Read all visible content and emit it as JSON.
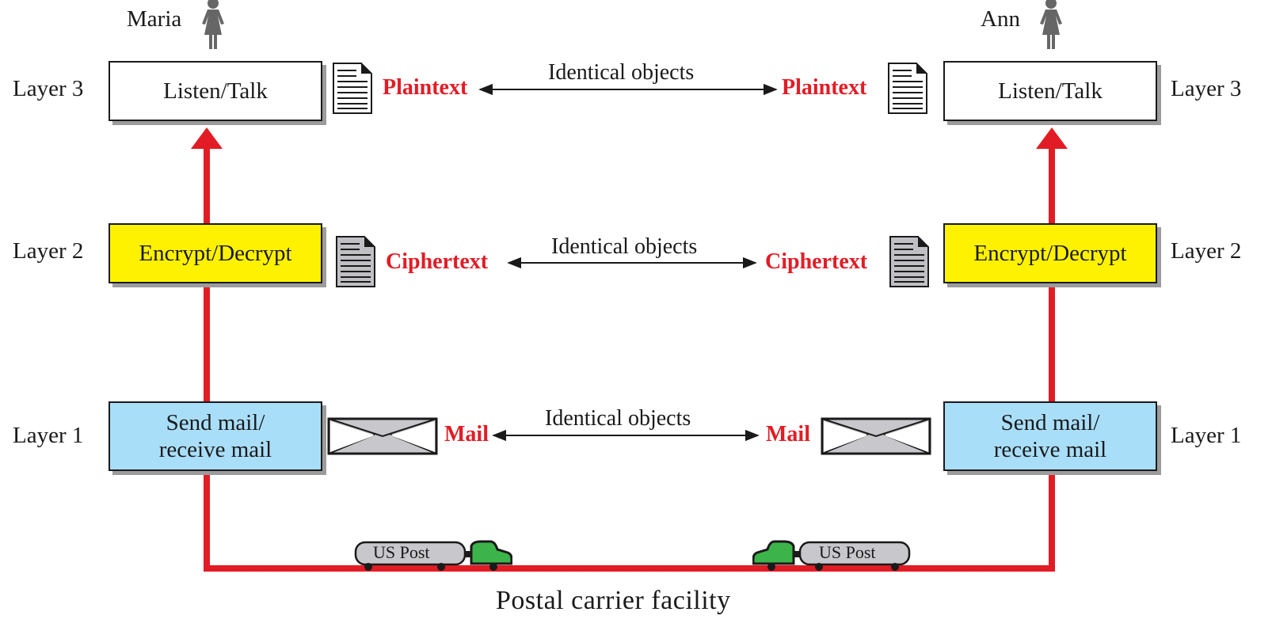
{
  "people": {
    "left": "Maria",
    "right": "Ann"
  },
  "layers": {
    "layer3": {
      "label": "Layer 3",
      "box": "Listen/Talk",
      "object": "Plaintext"
    },
    "layer2": {
      "label": "Layer 2",
      "box": "Encrypt/Decrypt",
      "object": "Ciphertext"
    },
    "layer1": {
      "label": "Layer 1",
      "box_line1": "Send mail/",
      "box_line2": "receive mail",
      "object": "Mail"
    }
  },
  "identical_label": "Identical objects",
  "truck_label": "US Post",
  "footer": "Postal carrier facility",
  "colors": {
    "path": "#e21c25",
    "yellow": "#fff200",
    "blue": "#a9def9",
    "truck_green": "#3cb44a",
    "truck_gray": "#c8c8cc"
  },
  "icons": [
    "person-icon",
    "document-icon",
    "envelope-icon",
    "mail-truck-icon"
  ]
}
